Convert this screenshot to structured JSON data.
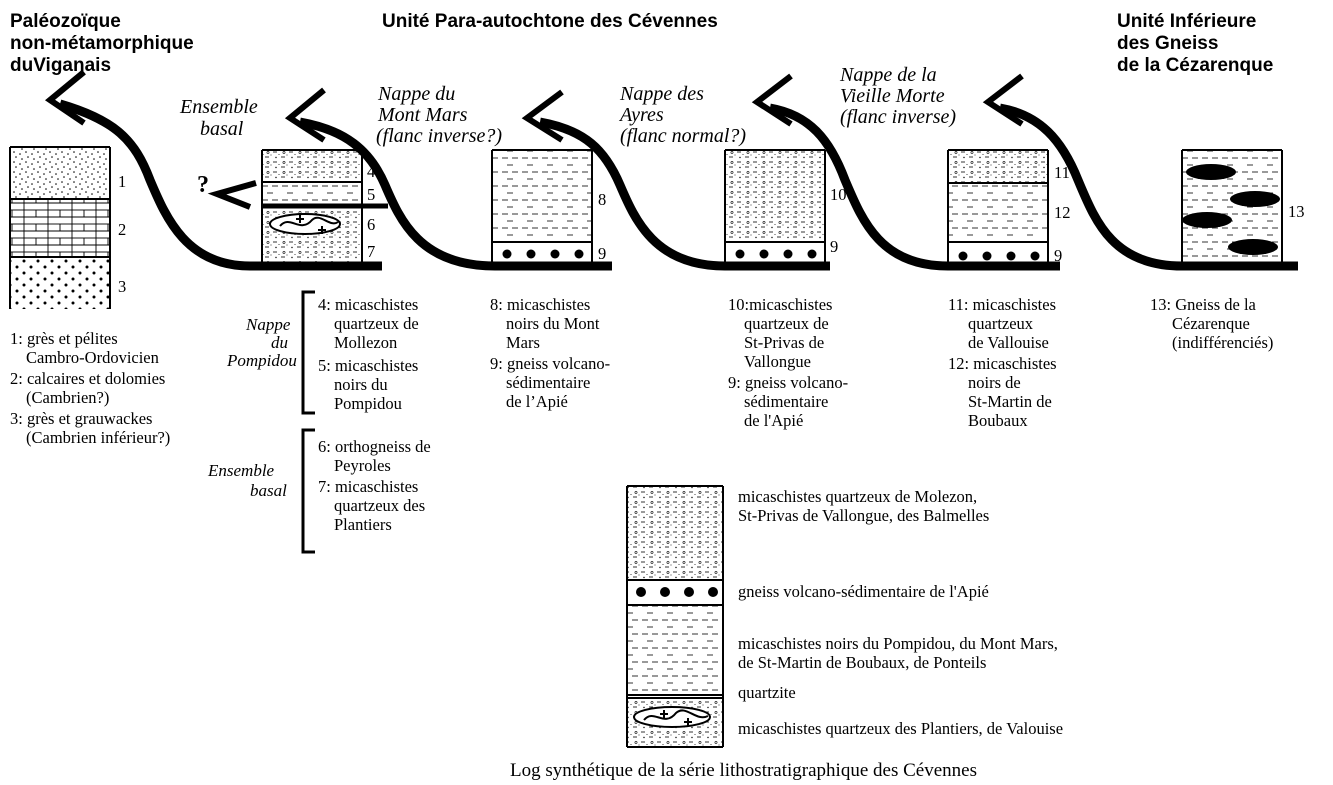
{
  "headers": {
    "left": [
      "Paléozoïque",
      "non-métamorphique",
      "duViganais"
    ],
    "center": "Unité Para-autochtone des Cévennes",
    "right": [
      "Unité Inférieure",
      "des Gneiss",
      "de la Cézarenque"
    ]
  },
  "unit_labels": {
    "ensemble_basal_top": [
      "Ensemble",
      "basal"
    ],
    "mont_mars": [
      "Nappe du",
      "Mont Mars",
      "(flanc inverse?)"
    ],
    "ayres": [
      "Nappe des",
      "Ayres",
      "(flanc normal?)"
    ],
    "vieille_morte": [
      "Nappe de la",
      "Vieille Morte",
      "(flanc inverse)"
    ],
    "pompidou_side": [
      "Nappe",
      "du",
      "Pompidou"
    ],
    "ensemble_basal_side": [
      "Ensemble",
      "basal"
    ],
    "question_mark": "?"
  },
  "column_numbers": {
    "col1": [
      "1",
      "2",
      "3"
    ],
    "col2": [
      "4",
      "5",
      "6",
      "7"
    ],
    "col3": [
      "8",
      "9"
    ],
    "col4": [
      "10",
      "9"
    ],
    "col5": [
      "11",
      "12",
      "9"
    ],
    "col6": [
      "13"
    ]
  },
  "legends": {
    "viganais": [
      "1: grès et pélites",
      "Cambro-Ordovicien",
      "2: calcaires et dolomies",
      "(Cambrien?)",
      "3: grès et grauwackes",
      "(Cambrien inférieur?)"
    ],
    "pompidou": [
      "4: micaschistes",
      "quartzeux de",
      "Mollezon",
      "5: micaschistes",
      "noirs du",
      "Pompidou"
    ],
    "basal": [
      "6: orthogneiss de",
      "Peyroles",
      "7: micaschistes",
      "quartzeux des",
      "Plantiers"
    ],
    "mont_mars": [
      "8: micaschistes",
      "noirs du Mont",
      "Mars",
      "9: gneiss volcano-",
      "sédimentaire",
      "de l’Apié"
    ],
    "ayres": [
      "10:micaschistes",
      "quartzeux de",
      "St-Privas de",
      "Vallongue",
      "9: gneiss volcano-",
      "sédimentaire",
      "de l'Apié"
    ],
    "vieille_morte": [
      "11: micaschistes",
      "quartzeux",
      "de Vallouise",
      "12: micaschistes",
      "noirs de",
      "St-Martin de",
      "Boubaux"
    ],
    "cezarenque": [
      "13: Gneiss de la",
      "Cézarenque",
      "(indifférenciés)"
    ]
  },
  "synthetic_log": {
    "labels": [
      [
        "micaschistes quartzeux de Molezon,",
        "St-Privas de Vallongue, des Balmelles"
      ],
      [
        "gneiss volcano-sédimentaire de l'Apié"
      ],
      [
        "micaschistes noirs du Pompidou, du Mont Mars,",
        "de St-Martin de Boubaux, de Ponteils"
      ],
      [
        "quartzite"
      ],
      [
        "micaschistes quartzeux des Plantiers, de Valouise"
      ]
    ],
    "caption": "Log synthétique de la série lithostratigraphique des Cévennes"
  }
}
